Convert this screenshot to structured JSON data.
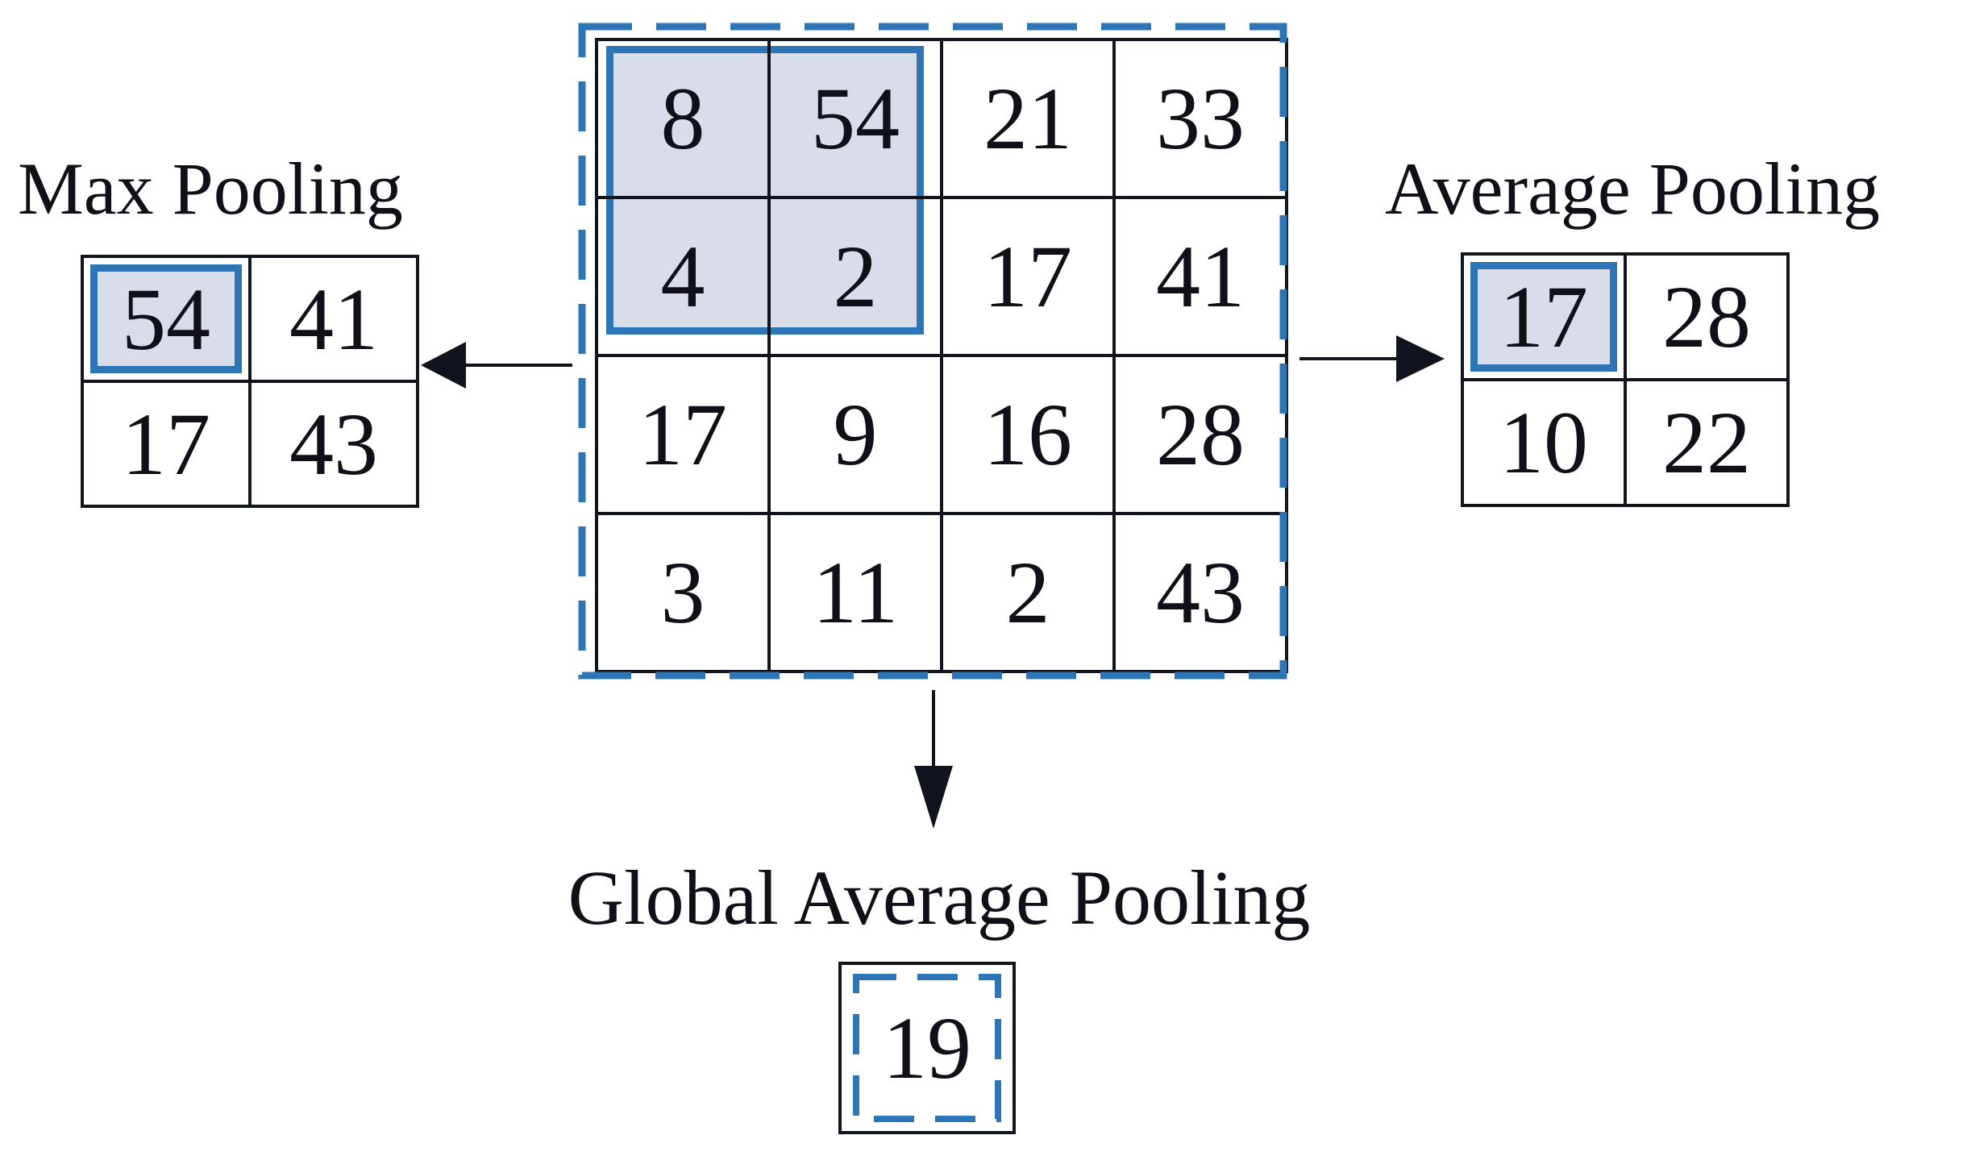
{
  "input_feature_map": {
    "rows": [
      [
        "8",
        "54",
        "21",
        "33"
      ],
      [
        "4",
        "2",
        "17",
        "41"
      ],
      [
        "17",
        "9",
        "16",
        "28"
      ],
      [
        "3",
        "11",
        "2",
        "43"
      ]
    ],
    "highlighted_window_values": [
      [
        "8",
        "54"
      ],
      [
        "4",
        "2"
      ]
    ]
  },
  "max_pooling": {
    "title": "Max Pooling",
    "grid": [
      [
        "54",
        "41"
      ],
      [
        "17",
        "43"
      ]
    ],
    "highlighted_value": "54"
  },
  "average_pooling": {
    "title": "Average Pooling",
    "grid": [
      [
        "17",
        "28"
      ],
      [
        "10",
        "22"
      ]
    ],
    "highlighted_value": "17"
  },
  "global_average_pooling": {
    "title": "Global Average Pooling",
    "value": "19"
  },
  "colors": {
    "highlight_border": "#2E75B6",
    "highlight_fill": "#D8DDE9",
    "line_color": "#11141C"
  }
}
